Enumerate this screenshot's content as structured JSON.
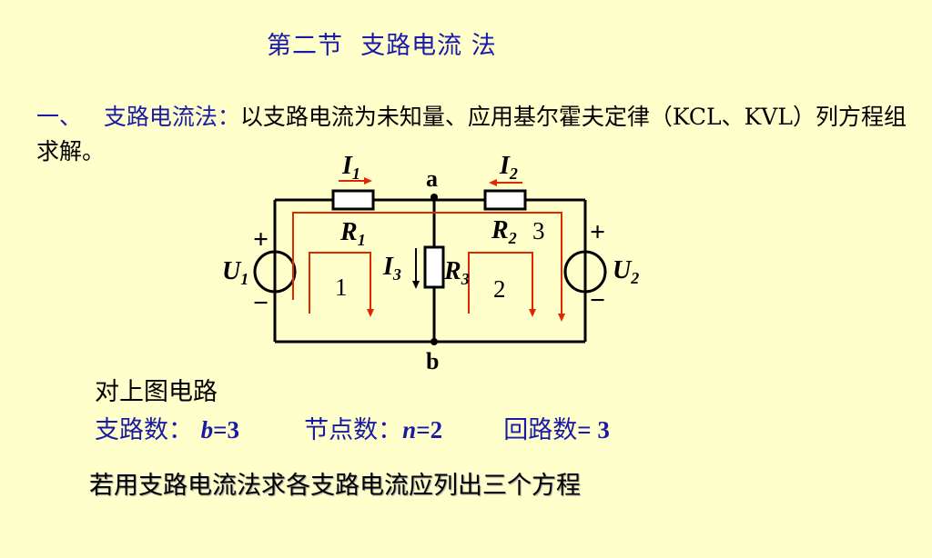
{
  "title": "第二节  支路电流 法",
  "intro": {
    "bullet": "一、",
    "term": "支路电流法：",
    "text": "以支路电流为未知量、应用基尔霍夫定律（KCL、KVL）列方程组求解。"
  },
  "circuit": {
    "node_a": "a",
    "node_b": "b",
    "i1": "I",
    "i1_sub": "1",
    "i2": "I",
    "i2_sub": "2",
    "i3": "I",
    "i3_sub": "3",
    "r1": "R",
    "r1_sub": "1",
    "r2": "R",
    "r2_sub": "2",
    "r3": "R",
    "r3_sub": "3",
    "u1": "U",
    "u1_sub": "1",
    "u2": "U",
    "u2_sub": "2",
    "plus": "+",
    "minus": "−",
    "loop1": "1",
    "loop2": "2",
    "loop3": "3"
  },
  "para1": "对上图电路",
  "para2": {
    "branches_label": "支路数：",
    "branches_var": "b",
    "branches_val": "=3",
    "nodes_label": "节点数：",
    "nodes_var": "n",
    "nodes_val": " =2",
    "loops_label": "回路数",
    "loops_val": " = 3"
  },
  "para3": "若用支路电流法求各支路电流应列出三个方程",
  "colors": {
    "title_blue": "#1a1aa6",
    "arrow_red": "#e02800",
    "background": "#ffffcc"
  }
}
